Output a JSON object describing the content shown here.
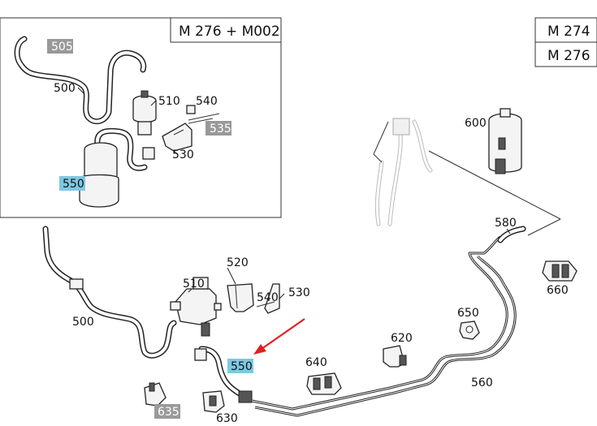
{
  "engine_labels": {
    "inset": "M 276 + M002",
    "right_top": "M 274",
    "right_bottom": "M 276"
  },
  "colors": {
    "highlight_gray": "#999999",
    "highlight_blue": "#7ec8e3",
    "arrow": "#e02020"
  },
  "inset_parts": {
    "p505": "505",
    "p500": "500",
    "p510": "510",
    "p540": "540",
    "p535": "535",
    "p530": "530",
    "p550": "550"
  },
  "main_parts": {
    "p600": "600",
    "p580": "580",
    "p660": "660",
    "p520": "520",
    "p510": "510",
    "p530": "530",
    "p540": "540",
    "p500": "500",
    "p650": "650",
    "p620": "620",
    "p640": "640",
    "p550": "550",
    "p560": "560",
    "p635": "635",
    "p630": "630"
  }
}
